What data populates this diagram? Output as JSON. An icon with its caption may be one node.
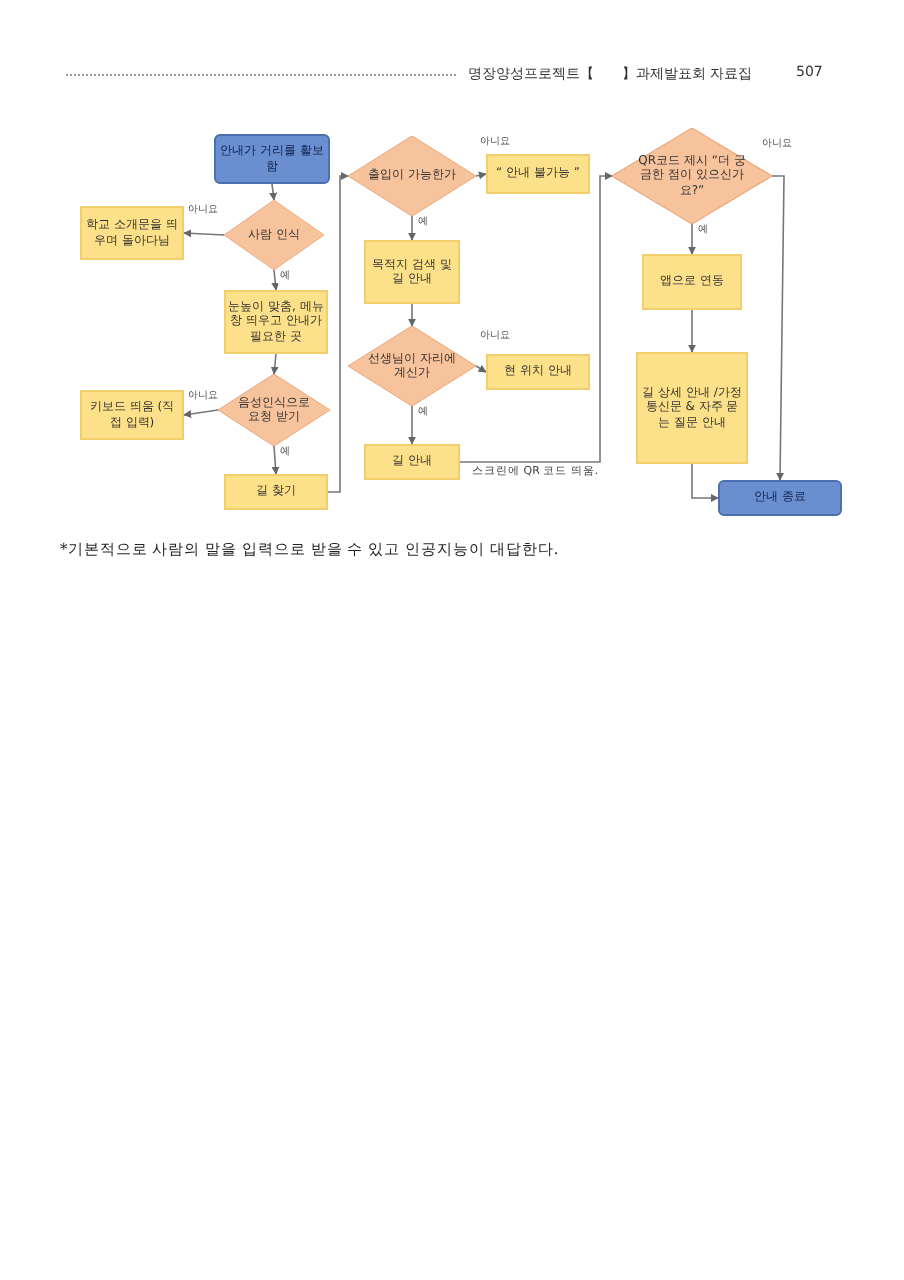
{
  "diagram": {
    "caption": "*기본적으로 사람의 말을 입력으로 받을 수 있고 인공지능이 대답한다.",
    "nodes": [
      {
        "text": [
          "안내가 거리를 활보함"
        ]
      },
      {
        "text": [
          "학교 소개문을 띄우며 돌아다님"
        ]
      },
      {
        "text": [
          "사람 인식"
        ]
      },
      {
        "text": [
          "눈높이 맞춤, 메뉴창 띄우고 안내가 필요한 곳"
        ]
      },
      {
        "text": [
          "키보드 띄움 (직접 입력)"
        ]
      },
      {
        "text": [
          "음성인식으로 요청 받기"
        ]
      },
      {
        "text": [
          "길 찾기"
        ]
      },
      {
        "text": [
          "출입이 가능한가"
        ]
      },
      {
        "text": [
          "“ 안내 불가능 ”"
        ]
      },
      {
        "text": [
          "목적지 검색 및 길 안내"
        ]
      },
      {
        "text": [
          "선생님이 자리에 계신가"
        ]
      },
      {
        "text": [
          "현 위치 안내"
        ]
      },
      {
        "text": [
          "길 안내"
        ]
      },
      {
        "text": [
          "QR코드 제시 “더 궁금한 점이 있으신가요?”"
        ]
      },
      {
        "text": [
          "앱으로 연동"
        ]
      },
      {
        "text": [
          "길 상세 안내 /가정통신문 & 자주 묻는 질문 안내"
        ]
      },
      {
        "text": [
          "안내 종료"
        ]
      }
    ],
    "edges": [
      {
        "from": 0,
        "to": 2,
        "arrow": "to"
      },
      {
        "from": 2,
        "to": 1,
        "arrow": "to",
        "label": "아니요"
      },
      {
        "from": 2,
        "to": 3,
        "arrow": "to",
        "label": "예"
      },
      {
        "from": 3,
        "to": 5,
        "arrow": "to"
      },
      {
        "from": 5,
        "to": 4,
        "arrow": "to",
        "label": "아니요"
      },
      {
        "from": 5,
        "to": 6,
        "arrow": "to",
        "label": "예"
      },
      {
        "from": 6,
        "to": 7,
        "arrow": "to"
      },
      {
        "from": 7,
        "to": 8,
        "arrow": "to",
        "label": "아니요"
      },
      {
        "from": 7,
        "to": 9,
        "arrow": "to",
        "label": "예"
      },
      {
        "from": 9,
        "to": 10,
        "arrow": "to"
      },
      {
        "from": 10,
        "to": 11,
        "arrow": "to",
        "label": "아니요"
      },
      {
        "from": 10,
        "to": 12,
        "arrow": "to",
        "label": "예"
      },
      {
        "from": 12,
        "to": 13,
        "arrow": "to"
      },
      {
        "from": 13,
        "to": 14,
        "arrow": "to",
        "label": "예"
      },
      {
        "from": 14,
        "to": 15,
        "arrow": "to"
      },
      {
        "from": 15,
        "to": 16,
        "arrow": "to"
      },
      {
        "from": 13,
        "to": 16,
        "arrow": "to",
        "label": "아니요"
      }
    ],
    "labels": [
      "명장양성프로젝트【",
      "】과제발표회 자료집",
      "507",
      "스크린에 QR 코드 띄움."
    ]
  }
}
